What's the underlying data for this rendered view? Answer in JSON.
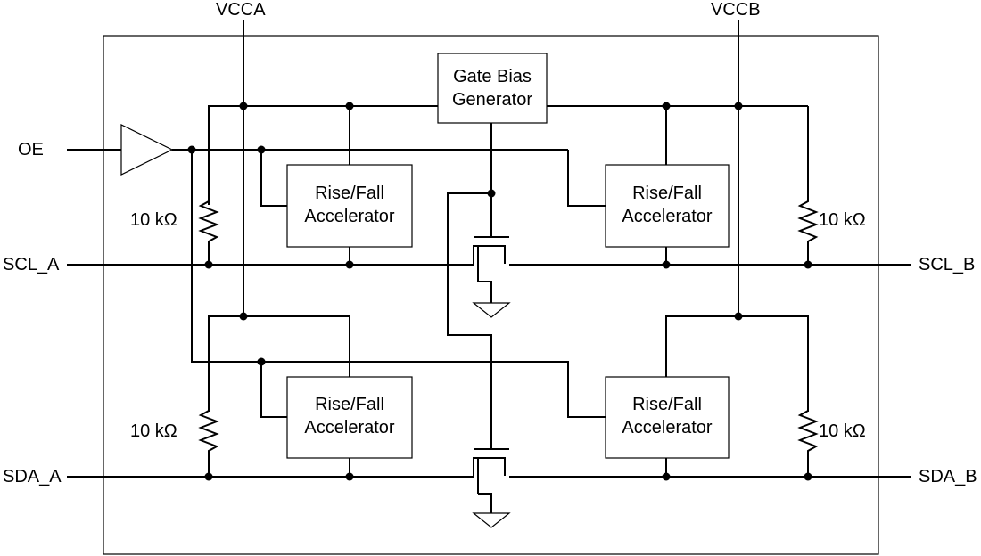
{
  "supplies": {
    "vcca": "VCCA",
    "vccb": "VCCB"
  },
  "pins": {
    "oe": "OE",
    "scl_a": "SCL_A",
    "scl_b": "SCL_B",
    "sda_a": "SDA_A",
    "sda_b": "SDA_B"
  },
  "gate_bias": {
    "line1": "Gate Bias",
    "line2": "Generator"
  },
  "accelerators": {
    "top_left": {
      "line1": "Rise/Fall",
      "line2": "Accelerator"
    },
    "top_right": {
      "line1": "Rise/Fall",
      "line2": "Accelerator"
    },
    "bottom_left": {
      "line1": "Rise/Fall",
      "line2": "Accelerator"
    },
    "bottom_right": {
      "line1": "Rise/Fall",
      "line2": "Accelerator"
    }
  },
  "resistors": {
    "scl_a_pullup": "10 kΩ",
    "scl_b_pullup": "10 kΩ",
    "sda_a_pullup": "10 kΩ",
    "sda_b_pullup": "10 kΩ"
  }
}
